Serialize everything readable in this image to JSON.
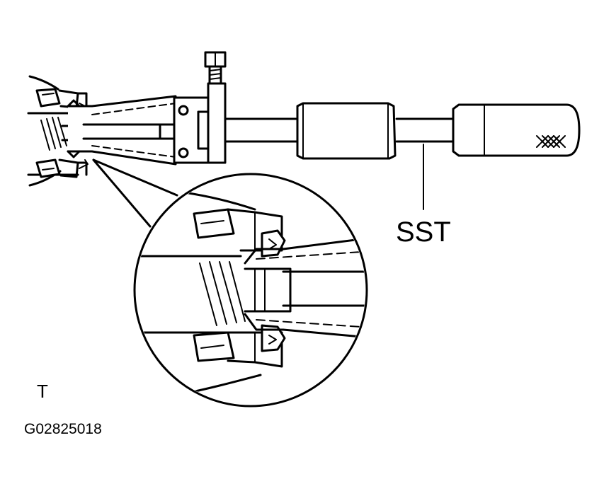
{
  "labels": {
    "tool": "SST",
    "view_letter": "T",
    "figure_code": "G02825018"
  },
  "colors": {
    "ink": "#000000",
    "paper": "#ffffff"
  },
  "icons": [
    "hatched-grip-icon",
    "hex-bolt-icon"
  ]
}
